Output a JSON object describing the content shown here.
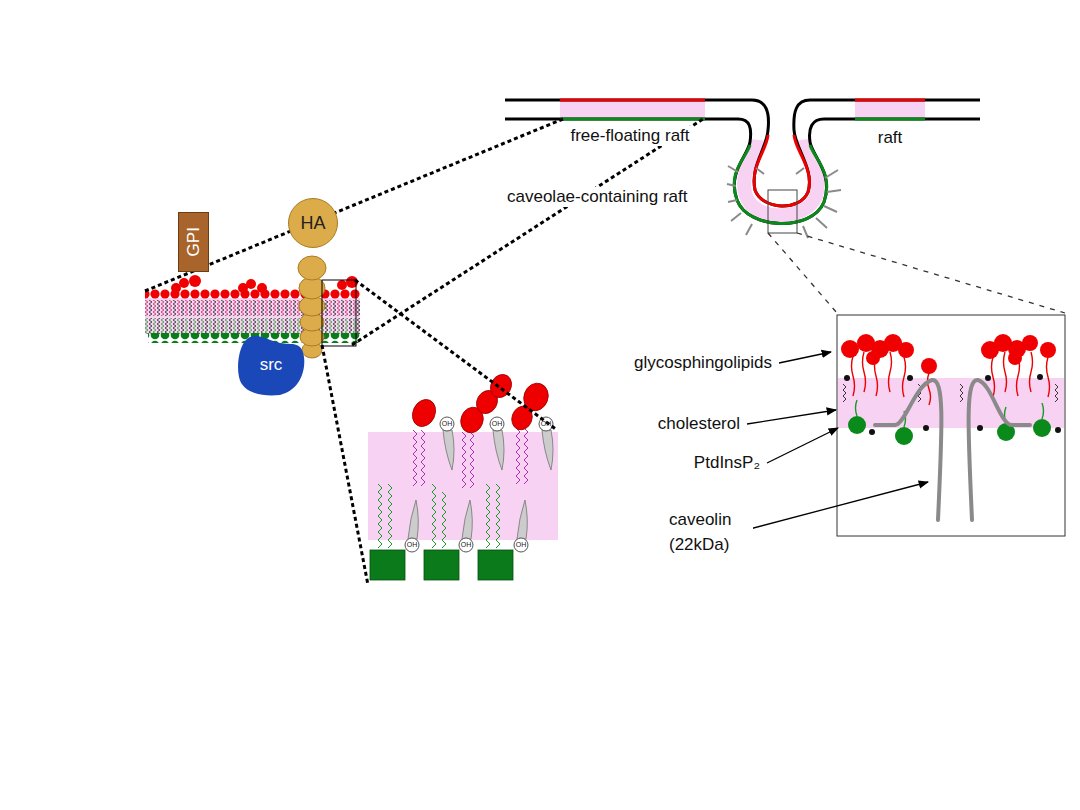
{
  "diagram": {
    "nodes": [
      {
        "text": [
          "GPI"
        ]
      },
      {
        "text": [
          "HA"
        ]
      },
      {
        "text": [
          "src"
        ]
      }
    ],
    "labels": [
      "free-floating raft",
      "raft",
      "caveolae-containing raft",
      "glycosphingolipids",
      "cholesterol",
      "PtdInsP₂",
      "caveolin (22kDa)",
      "OH",
      "OH",
      "OH",
      "OH",
      "OH",
      "OH"
    ]
  }
}
